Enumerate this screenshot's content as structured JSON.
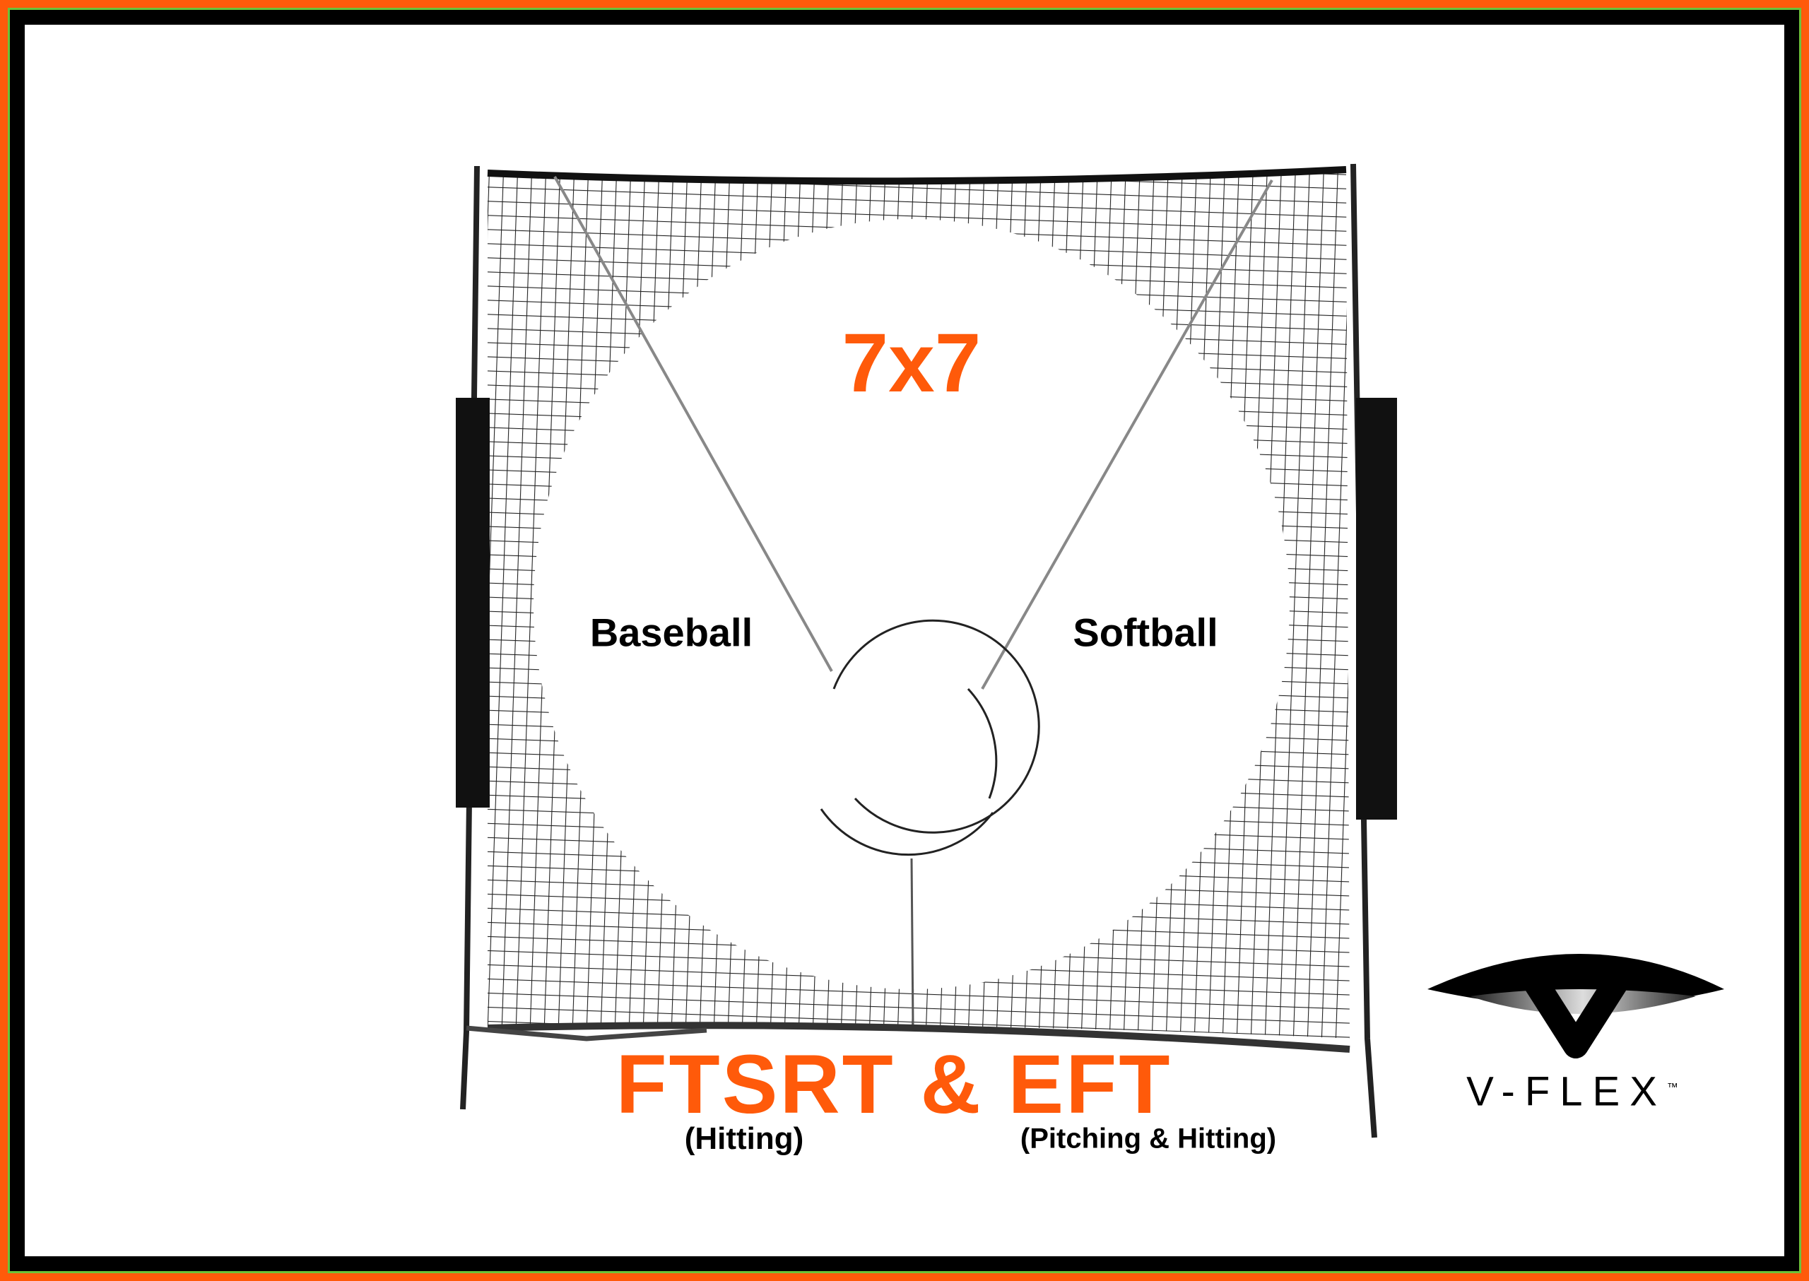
{
  "size_label": "7x7",
  "left_label": "Baseball",
  "right_label": "Softball",
  "models_title": "FTSRT & EFT",
  "left_model_use": "(Hitting)",
  "right_model_use": "(Pitching & Hitting)",
  "brand": {
    "name": "V-FLEX",
    "trademark": "™"
  },
  "colors": {
    "accent": "#ff5a0a",
    "frame": "#000000",
    "frame_trim": "#6cc23a"
  }
}
